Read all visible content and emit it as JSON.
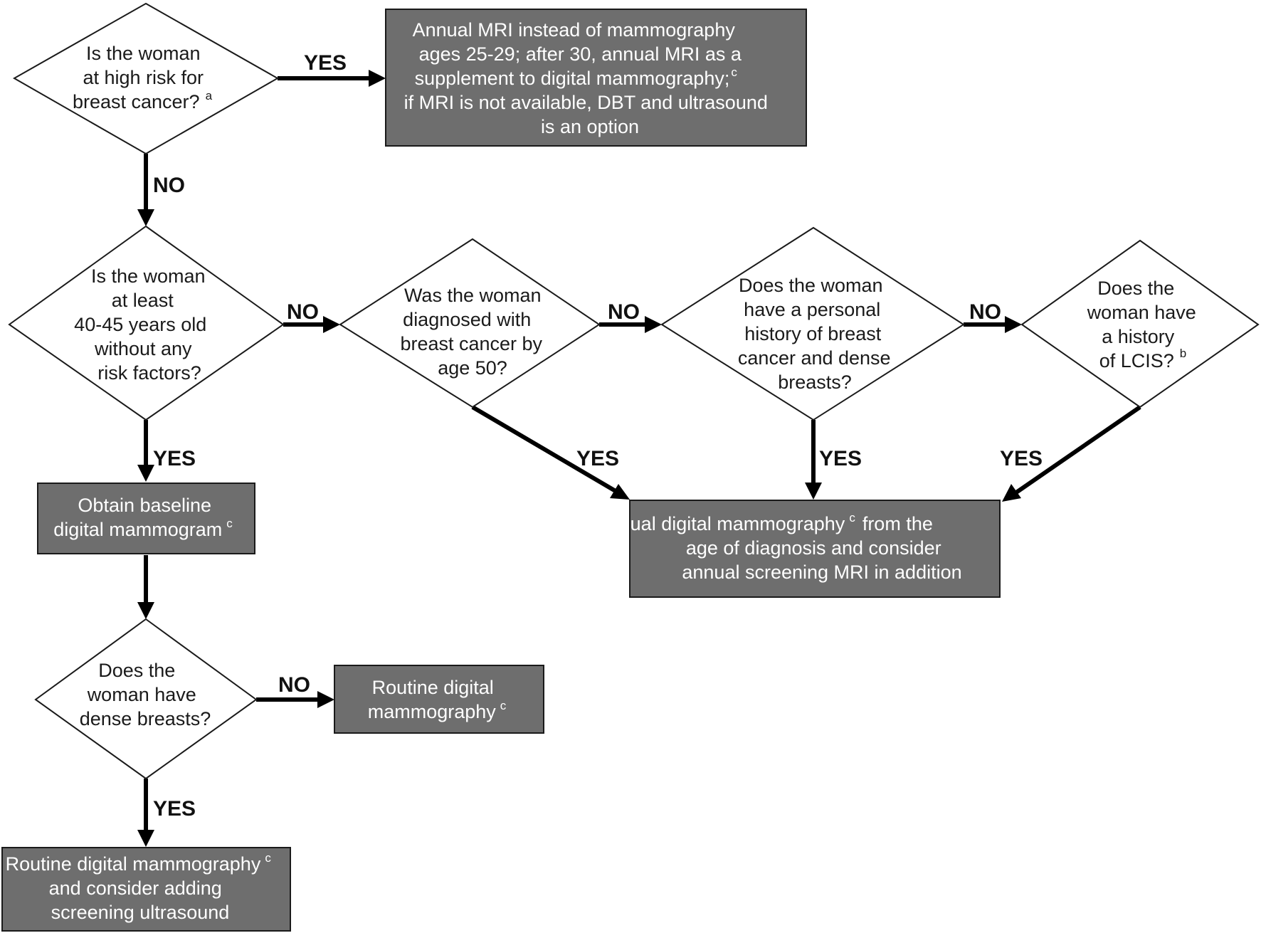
{
  "questions": {
    "high_risk": {
      "lines": [
        "Is the woman",
        "at high risk for",
        "breast cancer?"
      ],
      "sup": "a"
    },
    "age": {
      "lines": [
        "Is the woman",
        "at least",
        "40-45 years old",
        "without any",
        "risk factors?"
      ]
    },
    "diagnosed": {
      "lines": [
        "Was the woman",
        "diagnosed with",
        "breast cancer by",
        "age 50?"
      ]
    },
    "personal_history": {
      "lines": [
        "Does the woman",
        "have a personal",
        "history of breast",
        "cancer and dense",
        "breasts?"
      ]
    },
    "lcis": {
      "lines": [
        "Does the",
        "woman have",
        "a history",
        "of LCIS?"
      ],
      "sup": "b"
    },
    "dense": {
      "lines": [
        "Does the",
        "woman have",
        "dense breasts?"
      ]
    }
  },
  "actions": {
    "mri": {
      "lines": [
        "Annual MRI instead of mammography",
        "ages 25-29; after 30, annual MRI as a",
        "supplement to digital mammography;",
        "if MRI is not available, DBT and ultrasound",
        "is an option"
      ],
      "sup": "c"
    },
    "baseline": {
      "lines": [
        "Obtain baseline",
        "digital mammogram"
      ],
      "sup": "c"
    },
    "annual": {
      "lines": [
        "Annual digital mammography",
        "from the",
        "age of diagnosis and consider",
        "annual screening MRI in addition"
      ],
      "sup": "c"
    },
    "routine": {
      "lines": [
        "Routine digital",
        "mammography"
      ],
      "sup": "c"
    },
    "routine_us": {
      "lines": [
        "Routine digital mammography",
        "and consider adding",
        "screening ultrasound"
      ],
      "sup": "c"
    }
  },
  "labels": {
    "yes": "YES",
    "no": "NO"
  }
}
